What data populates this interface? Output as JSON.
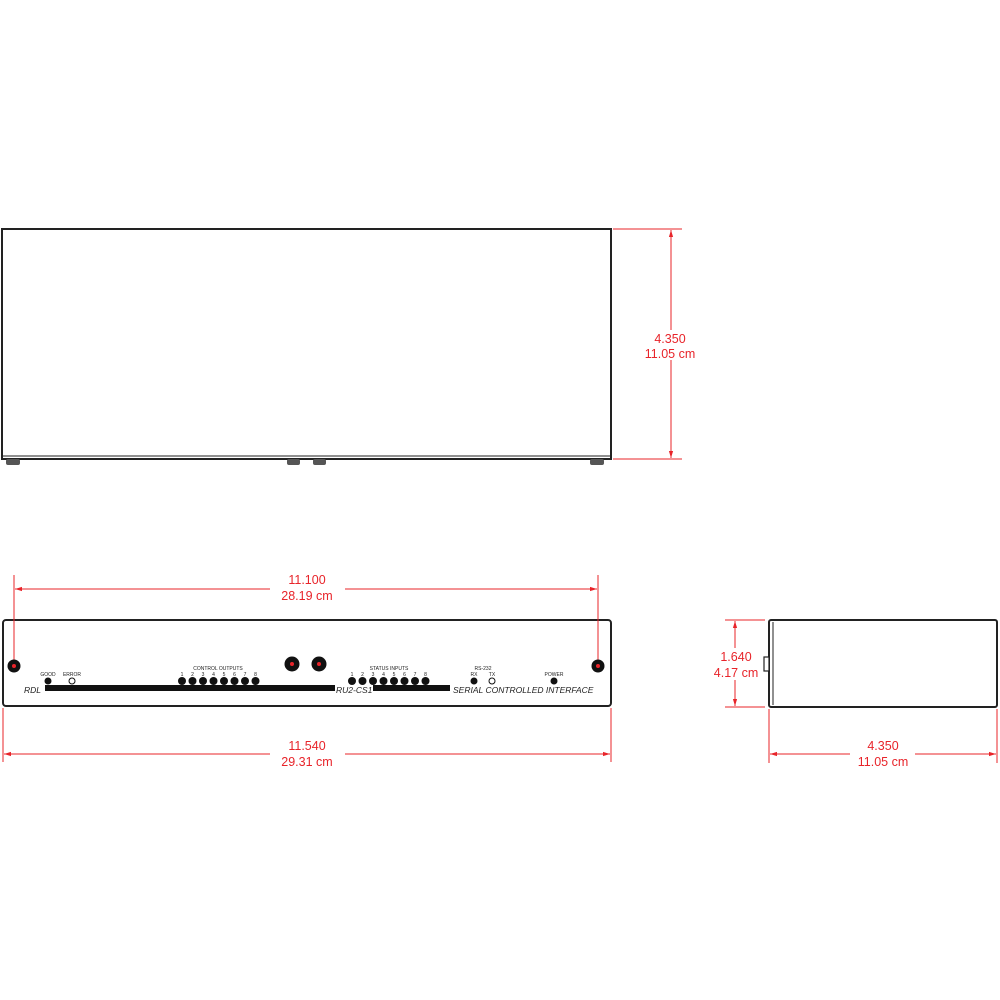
{
  "top_view": {
    "height_in": "4.350",
    "height_cm": "11.05 cm"
  },
  "front_view": {
    "inner_width_in": "11.100",
    "inner_width_cm": "28.19 cm",
    "overall_width_in": "11.540",
    "overall_width_cm": "29.31 cm",
    "panel": {
      "brand": "RDL",
      "model": "RU2-CS1",
      "description": "SERIAL CONTROLLED INTERFACE",
      "good_label": "GOOD",
      "error_label": "ERROR",
      "control_outputs_label": "CONTROL OUTPUTS",
      "status_inputs_label": "STATUS INPUTS",
      "rs232_label": "RS-232",
      "rx_label": "RX",
      "tx_label": "TX",
      "power_label": "POWER",
      "channel_numbers": [
        "1",
        "2",
        "3",
        "4",
        "5",
        "6",
        "7",
        "8"
      ]
    }
  },
  "side_view": {
    "height_in": "1.640",
    "height_cm": "4.17 cm",
    "depth_in": "4.350",
    "depth_cm": "11.05 cm"
  },
  "colors": {
    "dimension": "#e8242a",
    "outline": "#222222"
  }
}
